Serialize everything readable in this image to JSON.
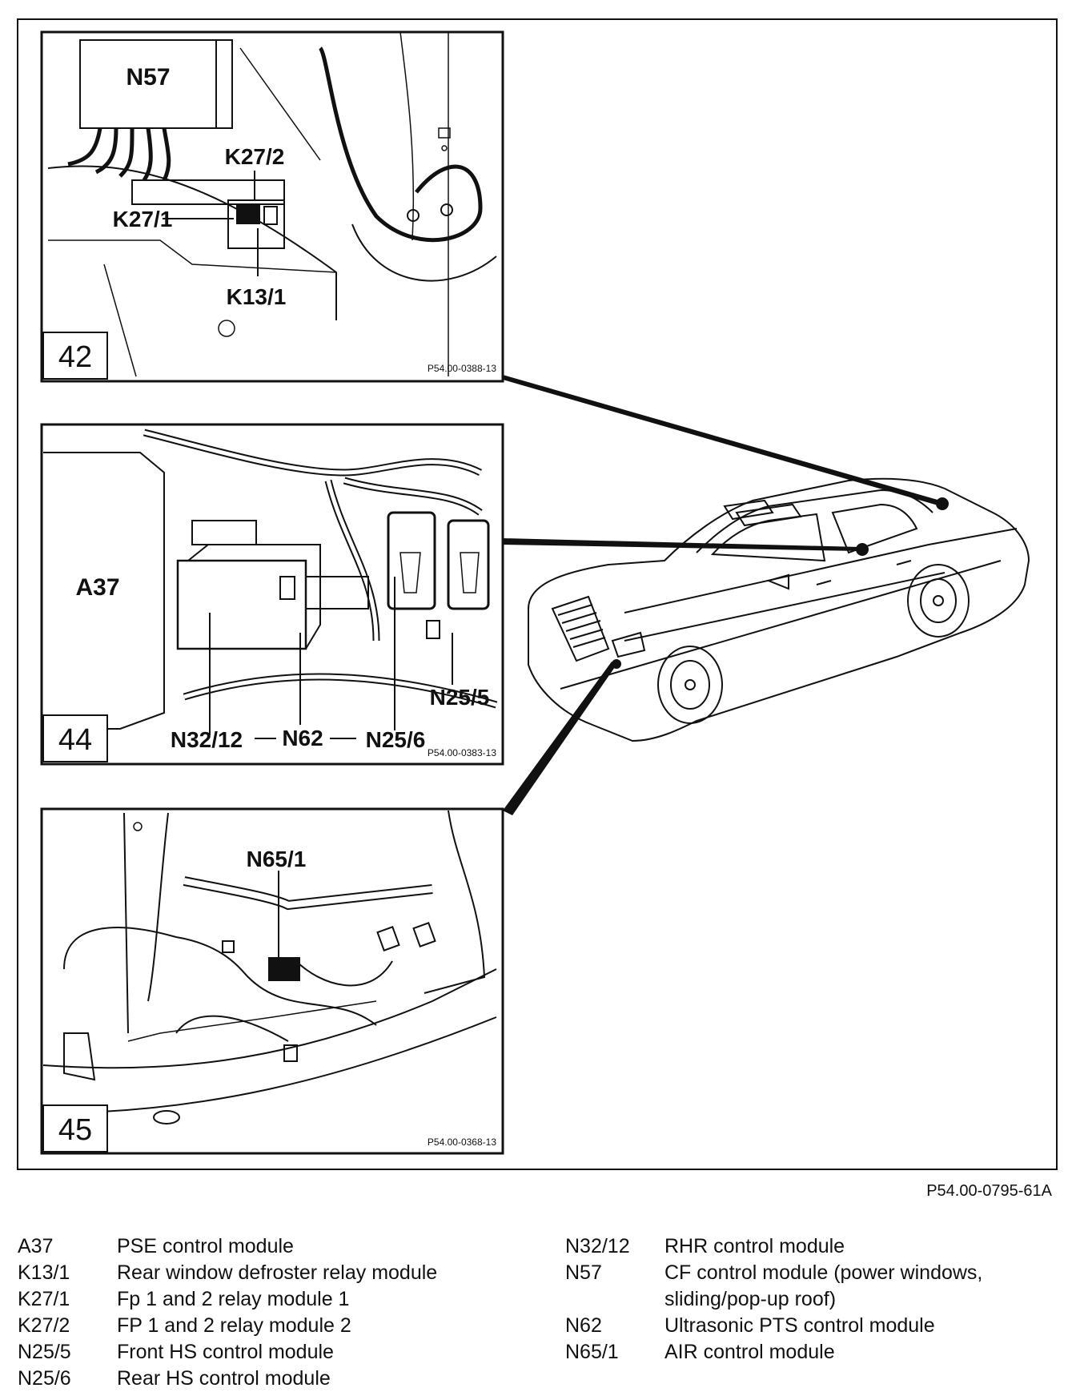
{
  "panels": [
    {
      "number": "42",
      "code": "P54.00-0388-13",
      "callouts": [
        "N57",
        "K27/2",
        "K27/1",
        "K13/1"
      ]
    },
    {
      "number": "44",
      "code": "P54.00-0383-13",
      "callouts": [
        "A37",
        "N25/5",
        "N32/12",
        "N62",
        "N25/6"
      ]
    },
    {
      "number": "45",
      "code": "P54.00-0368-13",
      "callouts": [
        "N65/1"
      ]
    }
  ],
  "figure_code": "P54.00-0795-61A",
  "legend_left": [
    {
      "key": "A37",
      "value": "PSE control module"
    },
    {
      "key": "K13/1",
      "value": "Rear window defroster relay module"
    },
    {
      "key": "K27/1",
      "value": "Fp 1 and 2 relay module 1"
    },
    {
      "key": "K27/2",
      "value": "FP 1 and 2 relay module 2"
    },
    {
      "key": "N25/5",
      "value": "Front HS control module"
    },
    {
      "key": "N25/6",
      "value": "Rear HS control module"
    }
  ],
  "legend_right": [
    {
      "key": "N32/12",
      "value": "RHR control module"
    },
    {
      "key": "N57",
      "value": "CF control module (power windows, sliding/pop-up roof)"
    },
    {
      "key": "N62",
      "value": "Ultrasonic PTS control module"
    },
    {
      "key": "N65/1",
      "value": "AIR control module"
    }
  ]
}
